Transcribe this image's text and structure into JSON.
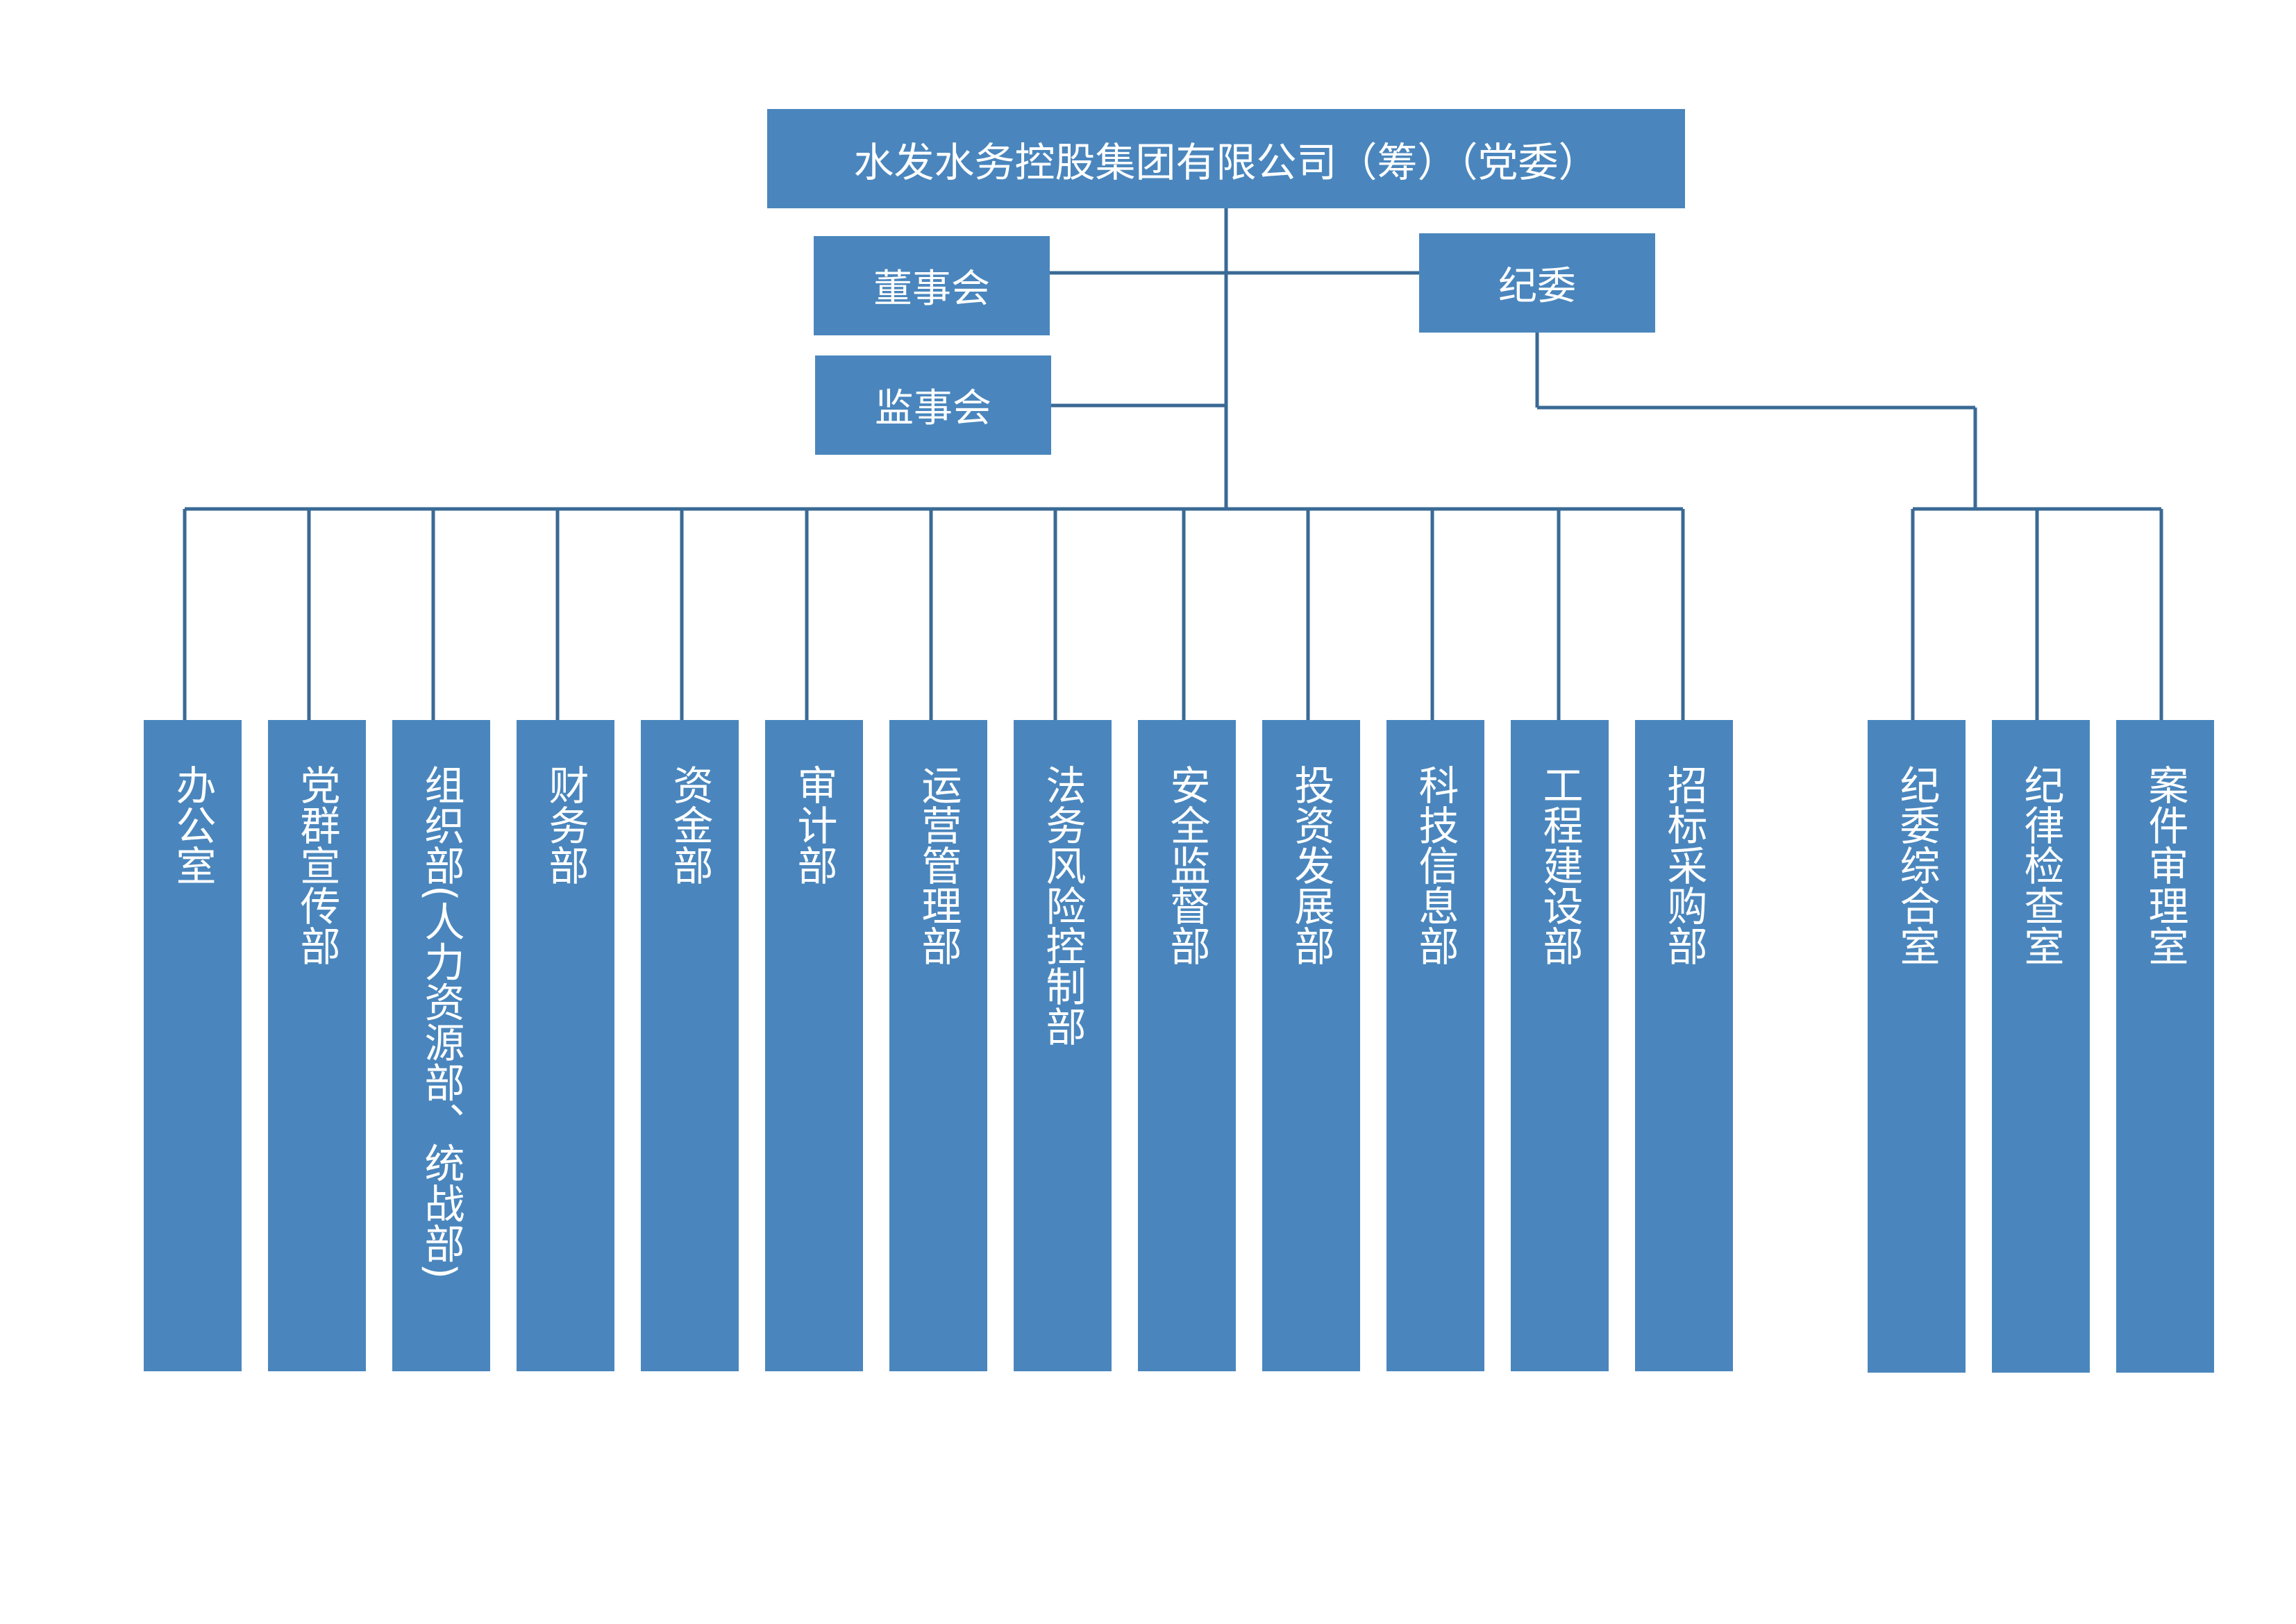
{
  "org": {
    "root": "水发水务控股集团有限公司（筹）（党委）",
    "board": "董事会",
    "supervisors": "监事会",
    "discipline": "纪委",
    "departments": [
      "办公室",
      "党群宣传部",
      "组织部(人力资源部、统战部)",
      "财务部",
      "资金部",
      "审计部",
      "运营管理部",
      "法务风险控制部",
      "安全监督部",
      "投资发展部",
      "科技信息部",
      "工程建设部",
      "招标采购部"
    ],
    "discipline_offices": [
      "纪委综合室",
      "纪律检查室",
      "案件审理室"
    ]
  },
  "colors": {
    "box": "#4a86bd",
    "line": "#3a6a95",
    "text": "#ffffff"
  }
}
